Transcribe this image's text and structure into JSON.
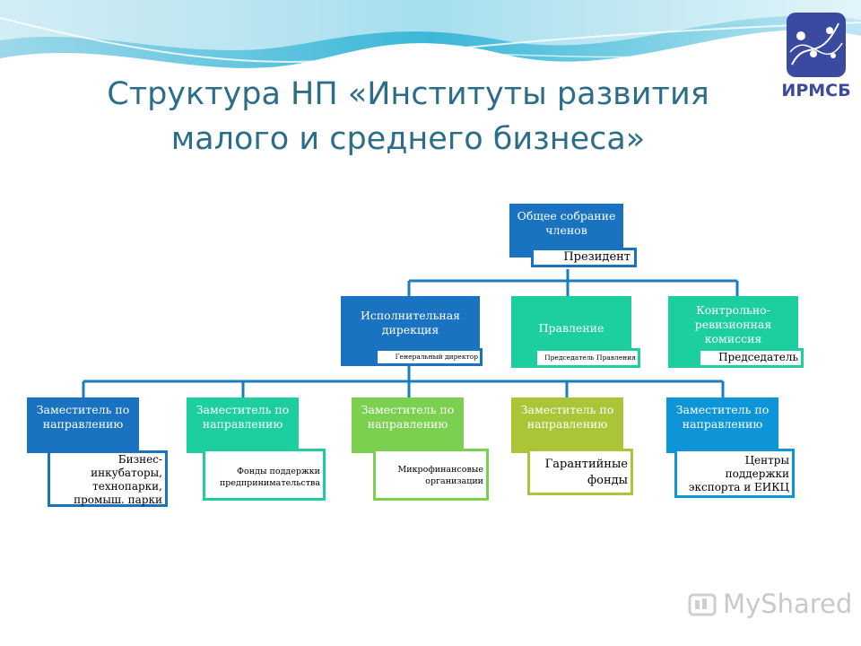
{
  "slide": {
    "title_line1": "Структура НП «Институты развития",
    "title_line2": "малого и среднего бизнеса»",
    "logo_text": "ИРМСБ",
    "watermark": "MyShared"
  },
  "colors": {
    "title": "#2c6e8a",
    "blue": "#1a73c0",
    "teal": "#1ccea0",
    "green": "#7bd14f",
    "olive": "#aac537",
    "sky": "#0d95d8"
  },
  "org": {
    "top": {
      "label": "Общее собрание членов",
      "sub": "Президент"
    },
    "level2": [
      {
        "label": "Исполнительная дирекция",
        "sub": "Генеральный директор"
      },
      {
        "label": "Правление",
        "sub": "Председатель Правления"
      },
      {
        "label": "Контрольно-ревизионная комиссия",
        "sub": "Председатель"
      }
    ],
    "level3": [
      {
        "label": "Заместитель по направлению",
        "sub": "Бизнес-инкубаторы, технопарки, промыш. парки"
      },
      {
        "label": "Заместитель по направлению",
        "sub": "Фонды поддержки предпринимательства"
      },
      {
        "label": "Заместитель по направлению",
        "sub": "Микрофинансовые организации"
      },
      {
        "label": "Заместитель по направлению",
        "sub": "Гарантийные фонды"
      },
      {
        "label": "Заместитель по направлению",
        "sub": "Центры поддержки экспорта и ЕИКЦ"
      }
    ]
  }
}
